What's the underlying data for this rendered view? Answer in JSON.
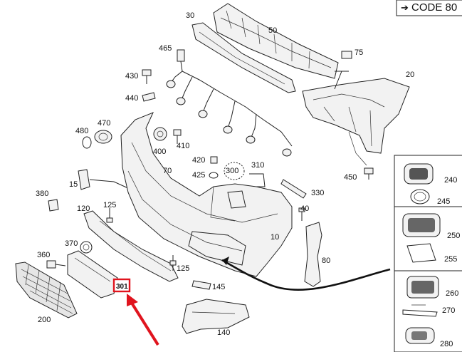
{
  "header": {
    "code_text": "CODE 80",
    "code_arrow": "➔"
  },
  "labels": {
    "p10": "10",
    "p15": "15",
    "p20": "20",
    "p30": "30",
    "p40": "40",
    "p50": "50",
    "p70": "70",
    "p75": "75",
    "p80": "80",
    "p120": "120",
    "p125a": "125",
    "p125b": "125",
    "p140": "140",
    "p145": "145",
    "p200": "200",
    "p240": "240",
    "p245": "245",
    "p250": "250",
    "p255": "255",
    "p260": "260",
    "p270": "270",
    "p280": "280",
    "p300": "300",
    "p310": "310",
    "p330": "330",
    "p360": "360",
    "p370": "370",
    "p380": "380",
    "p400": "400",
    "p410": "410",
    "p420": "420",
    "p425": "425",
    "p430": "430",
    "p440": "440",
    "p450": "450",
    "p465": "465",
    "p470": "470",
    "p480": "480",
    "highlight": "301"
  },
  "colors": {
    "highlight": "#e0141e",
    "line": "#222222"
  }
}
